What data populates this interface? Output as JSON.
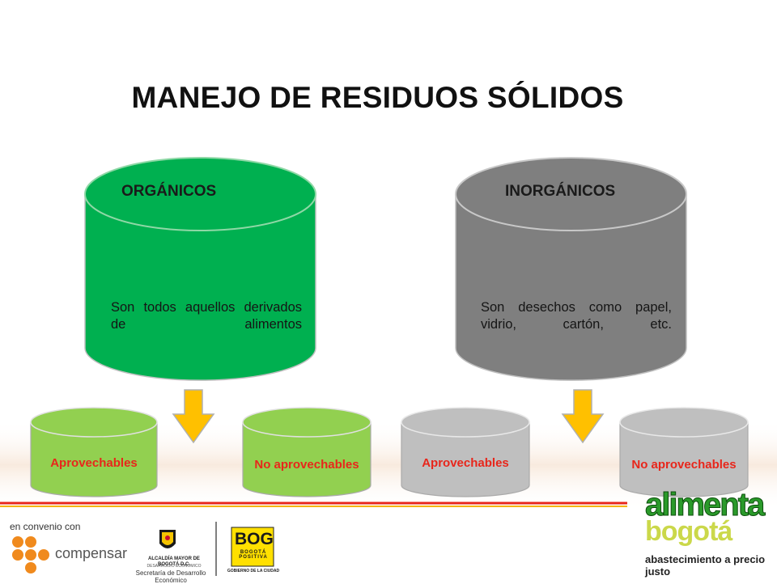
{
  "slide": {
    "title": "MANEJO DE RESIDUOS SÓLIDOS"
  },
  "categories": [
    {
      "name": "ORGÁNICOS",
      "description": "Son todos aquellos derivados de alimentos",
      "color": "#00b050",
      "sub": [
        {
          "label": "Aprovechables",
          "color": "#92d050"
        },
        {
          "label": "No aprovechables",
          "color": "#92d050"
        }
      ]
    },
    {
      "name": "INORGÁNICOS",
      "description": "Son desechos como papel, vidrio, cartón, etc.",
      "color": "#7f7f7f",
      "sub": [
        {
          "label": "Aprovechables",
          "color": "#bfbfbf"
        },
        {
          "label": "No aprovechables",
          "color": "#bfbfbf"
        }
      ]
    }
  ],
  "colors": {
    "arrow_fill": "#ffc000",
    "label_text": "#e8261b"
  },
  "footer": {
    "agreement": "en convenio con",
    "compensar": "compensar",
    "alcaldia": "ALCALDÍA MAYOR DE BOGOTÁ D.C.",
    "alcaldia_sub": "DESARROLLO ECONÓMICO",
    "secretaria": "Secretaría de Desarrollo Económico",
    "bog": "BOG",
    "bog_sub": "BOGOTÁ POSITIVA",
    "bog_caption": "GOBIERNO DE LA CIUDAD",
    "alimenta": "alimenta",
    "bogota": "bogotá",
    "tagline": "abastecimiento a precio justo"
  }
}
